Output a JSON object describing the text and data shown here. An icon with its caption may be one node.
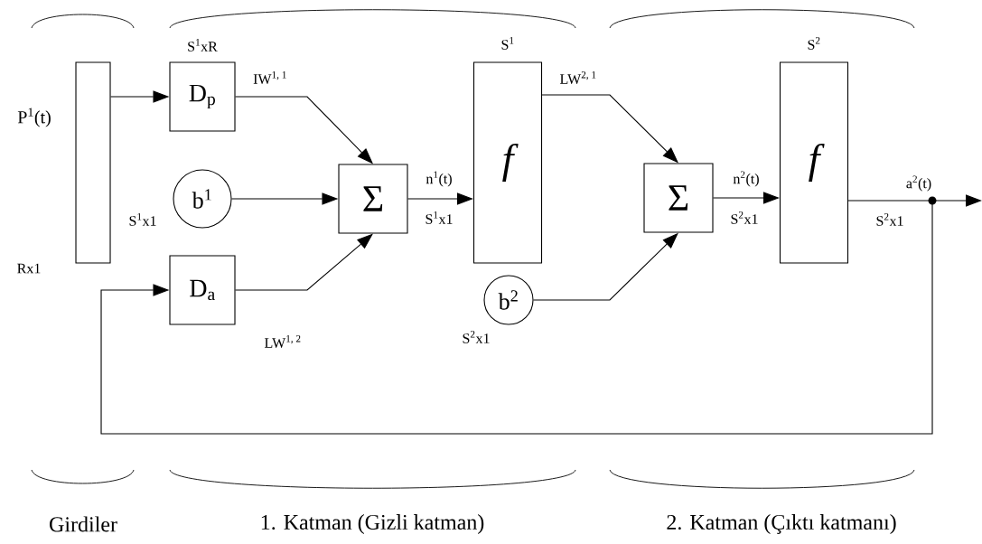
{
  "diagram": {
    "nodes": [
      {
        "text": [],
        "shape": "bar",
        "beside": [
          "P$^{1}$(t)",
          "Rx1"
        ]
      },
      {
        "text": [
          "D$_{p}$"
        ],
        "beside": [
          "S$^{1}$xR"
        ]
      },
      {
        "text": [
          "b$^{1}$"
        ]
      },
      {
        "text": [
          "D$_{a}$"
        ]
      },
      {
        "text": [
          "Σ"
        ]
      },
      {
        "text": [
          "f"
        ],
        "beside": [
          "S$^{1}$"
        ]
      },
      {
        "text": [
          "b$^{2}$"
        ],
        "beside": [
          "S$^{2}$x1"
        ]
      },
      {
        "text": [
          "Σ"
        ]
      },
      {
        "text": [
          "f"
        ],
        "beside": [
          "S$^{2}$"
        ]
      },
      {
        "text": [],
        "shape": "circle"
      }
    ],
    "edges": [
      {
        "from": 0,
        "to": 1,
        "arrow": "to"
      },
      {
        "from": 1,
        "to": 4,
        "arrow": "to",
        "label": "IW$^{1, 1}$"
      },
      {
        "from": 2,
        "to": 4,
        "arrow": "to"
      },
      {
        "from": 3,
        "to": 4,
        "arrow": "to",
        "label": "LW$^{1, 2}$"
      },
      {
        "from": 4,
        "to": 5,
        "arrow": "to",
        "label": "n$^{1}$(t)"
      },
      {
        "from": 5,
        "to": 7,
        "arrow": "to",
        "label": "LW$^{2, 1}$"
      },
      {
        "from": 6,
        "to": 7,
        "arrow": "to"
      },
      {
        "from": 7,
        "to": 8,
        "arrow": "to",
        "label": "n$^{2}$(t)"
      },
      {
        "from": 8,
        "to": 9,
        "arrow": "none"
      },
      {
        "from": 9,
        "to": null,
        "arrow": "to"
      },
      {
        "from": 9,
        "to": 3,
        "arrow": "to"
      }
    ],
    "labels": [
      "S$^{1}$x1",
      "S$^{1}$x1",
      "a$^{2}$(t)",
      "S$^{2}$x1",
      "S$^{2}$x1",
      "Girdiler",
      "1. Katman (Gizli katman)",
      "2. Katman (Çıktı katmanı)"
    ]
  }
}
